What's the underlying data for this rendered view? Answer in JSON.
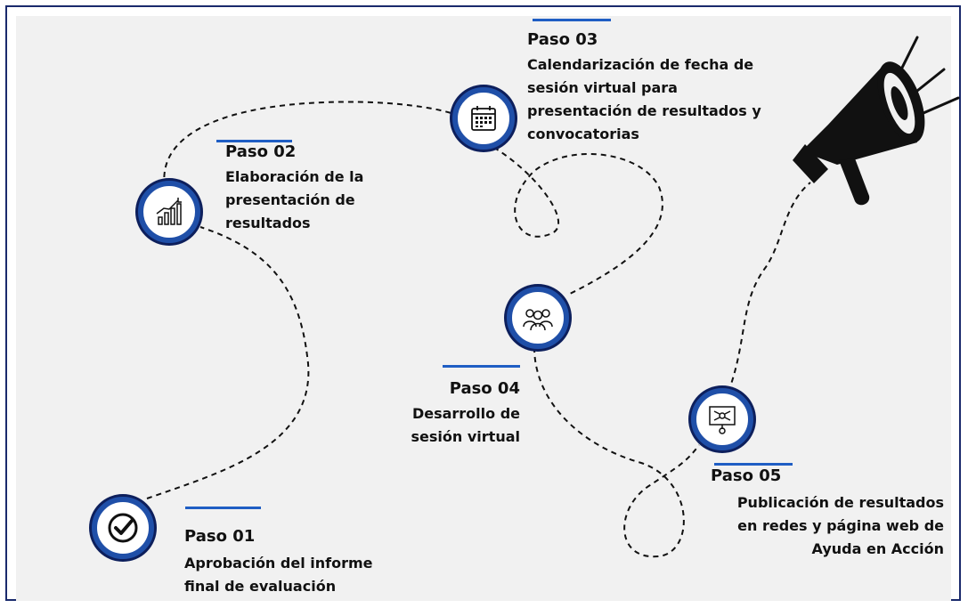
{
  "steps": [
    {
      "title": "Paso 01",
      "lines": [
        "Aprobación del informe",
        "final de evaluación"
      ],
      "icon": "check-circle-icon"
    },
    {
      "title": "Paso 02",
      "lines": [
        "Elaboración de la",
        "presentación de",
        "resultados"
      ],
      "icon": "growth-chart-icon"
    },
    {
      "title": "Paso 03",
      "lines": [
        "Calendarización de fecha de",
        "sesión virtual para",
        "presentación de resultados y",
        "convocatorias"
      ],
      "icon": "calendar-icon"
    },
    {
      "title": "Paso 04",
      "lines": [
        "Desarrollo de",
        "sesión virtual"
      ],
      "icon": "people-group-icon"
    },
    {
      "title": "Paso 05",
      "lines": [
        "Publicación de resultados",
        "en redes y página web de",
        "Ayuda en Acción"
      ],
      "icon": "presentation-board-icon"
    }
  ],
  "colors": {
    "accent": "#1f4fa8",
    "dark_navy": "#0d1f5c",
    "bar": "#1f5ec4",
    "background": "#f1f1f1"
  },
  "decoration": {
    "icon": "megaphone-icon"
  }
}
